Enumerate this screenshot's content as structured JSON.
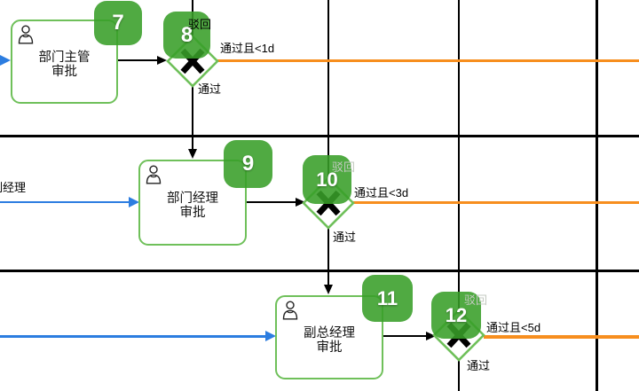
{
  "diagram": {
    "lane2_incoming_label": "副经理",
    "tasks": [
      {
        "badge": "7",
        "line1": "部门主管",
        "line2": "审批"
      },
      {
        "badge": "9",
        "line1": "部门经理",
        "line2": "审批"
      },
      {
        "badge": "11",
        "line1": "副总经理",
        "line2": "审批"
      }
    ],
    "gateways": [
      {
        "badge": "8",
        "reject": "驳回",
        "pass_within": "通过且<1d",
        "pass": "通过"
      },
      {
        "badge": "10",
        "reject": "驳回",
        "pass_within": "通过且<3d",
        "pass": "通过"
      },
      {
        "badge": "12",
        "reject": "驳回",
        "pass_within": "通过且<5d",
        "pass": "通过"
      }
    ],
    "colors": {
      "badge_green": "#38a028",
      "node_border_green": "#6fc05a",
      "timeout_orange": "#f78e1e",
      "message_blue": "#2c7de0",
      "flow_black": "#000000",
      "dim_reject_gray": "#c3c9c0"
    }
  }
}
